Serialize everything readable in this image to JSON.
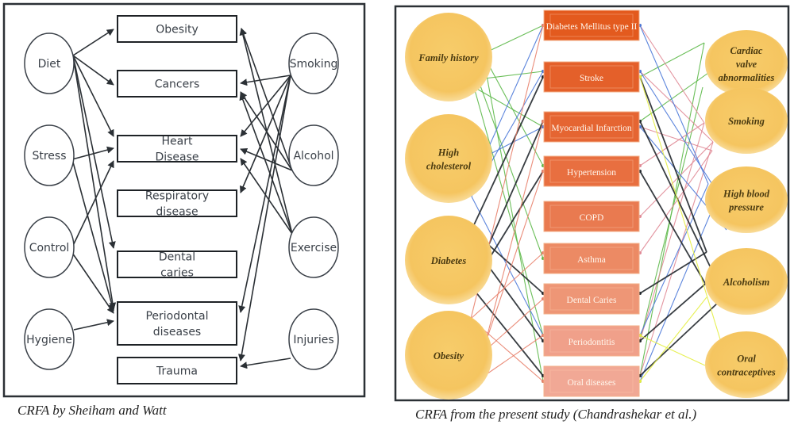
{
  "left_diagram": {
    "caption": "CRFA by Sheiham and Watt",
    "left_factors": [
      "Diet",
      "Stress",
      "Control",
      "Hygiene"
    ],
    "right_factors": [
      "Smoking",
      "Alcohol",
      "Exercise",
      "Injuries"
    ],
    "diseases": [
      "Obesity",
      "Cancers",
      "Heart Disease",
      "Respiratory disease",
      "Dental caries",
      "Periodontal diseases",
      "Trauma"
    ],
    "links": [
      [
        "Diet",
        "Obesity"
      ],
      [
        "Diet",
        "Cancers"
      ],
      [
        "Diet",
        "Heart Disease"
      ],
      [
        "Diet",
        "Dental caries"
      ],
      [
        "Diet",
        "Periodontal diseases"
      ],
      [
        "Stress",
        "Heart Disease"
      ],
      [
        "Stress",
        "Periodontal diseases"
      ],
      [
        "Control",
        "Heart Disease"
      ],
      [
        "Control",
        "Periodontal diseases"
      ],
      [
        "Hygiene",
        "Periodontal diseases"
      ],
      [
        "Smoking",
        "Cancers"
      ],
      [
        "Smoking",
        "Heart Disease"
      ],
      [
        "Smoking",
        "Respiratory disease"
      ],
      [
        "Smoking",
        "Periodontal diseases"
      ],
      [
        "Smoking",
        "Trauma"
      ],
      [
        "Alcohol",
        "Cancers"
      ],
      [
        "Alcohol",
        "Heart Disease"
      ],
      [
        "Alcohol",
        "Obesity"
      ],
      [
        "Exercise",
        "Heart Disease"
      ],
      [
        "Exercise",
        "Obesity"
      ],
      [
        "Exercise",
        "Cancers"
      ],
      [
        "Injuries",
        "Trauma"
      ]
    ]
  },
  "right_diagram": {
    "caption": "CRFA from the present study (Chandrashekar et al.)",
    "left_factors": [
      "Family history",
      "High cholesterol",
      "Diabetes",
      "Obesity"
    ],
    "right_factors": [
      "Cardiac valve abnormalities",
      "Smoking",
      "High blood pressure",
      "Alcoholism",
      "Oral contraceptives"
    ],
    "diseases": [
      "Diabetes Mellitus type II",
      "Stroke",
      "Myocardial Infarction",
      "Hypertension",
      "COPD",
      "Asthma",
      "Dental Caries",
      "Periodontitis",
      "Oral diseases"
    ],
    "factor_colors": {
      "Family history": "#5cb848",
      "High cholesterol": "#4a78d8",
      "Diabetes": "#22282e",
      "Obesity": "#e8806a",
      "Cardiac valve abnormalities": "#5cb848",
      "Smoking": "#e08a96",
      "High blood pressure": "#4a78d8",
      "Alcoholism": "#22282e",
      "Oral contraceptives": "#e4ee40"
    },
    "links": [
      [
        "Family history",
        "Diabetes Mellitus type II"
      ],
      [
        "Family history",
        "Stroke"
      ],
      [
        "Family history",
        "Myocardial Infarction"
      ],
      [
        "Family history",
        "Hypertension"
      ],
      [
        "Family history",
        "Asthma"
      ],
      [
        "Family history",
        "Periodontitis"
      ],
      [
        "Family history",
        "Oral diseases"
      ],
      [
        "High cholesterol",
        "Diabetes Mellitus type II"
      ],
      [
        "High cholesterol",
        "Stroke"
      ],
      [
        "High cholesterol",
        "Myocardial Infarction"
      ],
      [
        "High cholesterol",
        "Periodontitis"
      ],
      [
        "Diabetes",
        "Stroke"
      ],
      [
        "Diabetes",
        "Myocardial Infarction"
      ],
      [
        "Diabetes",
        "Hypertension"
      ],
      [
        "Diabetes",
        "Dental Caries"
      ],
      [
        "Diabetes",
        "Periodontitis"
      ],
      [
        "Diabetes",
        "Oral diseases"
      ],
      [
        "Obesity",
        "Diabetes Mellitus type II"
      ],
      [
        "Obesity",
        "Myocardial Infarction"
      ],
      [
        "Obesity",
        "Hypertension"
      ],
      [
        "Obesity",
        "Asthma"
      ],
      [
        "Obesity",
        "Dental Caries"
      ],
      [
        "Obesity",
        "Periodontitis"
      ],
      [
        "Obesity",
        "Oral diseases"
      ],
      [
        "Cardiac valve abnormalities",
        "Stroke"
      ],
      [
        "Cardiac valve abnormalities",
        "Myocardial Infarction"
      ],
      [
        "Cardiac valve abnormalities",
        "Periodontitis"
      ],
      [
        "Cardiac valve abnormalities",
        "Oral diseases"
      ],
      [
        "Smoking",
        "Diabetes Mellitus type II"
      ],
      [
        "Smoking",
        "Stroke"
      ],
      [
        "Smoking",
        "Myocardial Infarction"
      ],
      [
        "Smoking",
        "Hypertension"
      ],
      [
        "Smoking",
        "COPD"
      ],
      [
        "Smoking",
        "Asthma"
      ],
      [
        "Smoking",
        "Periodontitis"
      ],
      [
        "Smoking",
        "Oral diseases"
      ],
      [
        "High blood pressure",
        "Diabetes Mellitus type II"
      ],
      [
        "High blood pressure",
        "Stroke"
      ],
      [
        "High blood pressure",
        "Myocardial Infarction"
      ],
      [
        "High blood pressure",
        "Periodontitis"
      ],
      [
        "High blood pressure",
        "Oral diseases"
      ],
      [
        "Alcoholism",
        "Stroke"
      ],
      [
        "Alcoholism",
        "Myocardial Infarction"
      ],
      [
        "Alcoholism",
        "Hypertension"
      ],
      [
        "Alcoholism",
        "Dental Caries"
      ],
      [
        "Alcoholism",
        "Periodontitis"
      ],
      [
        "Alcoholism",
        "Oral diseases"
      ],
      [
        "Oral contraceptives",
        "Stroke"
      ],
      [
        "Oral contraceptives",
        "Periodontitis"
      ],
      [
        "Oral contraceptives",
        "Oral diseases"
      ]
    ]
  }
}
